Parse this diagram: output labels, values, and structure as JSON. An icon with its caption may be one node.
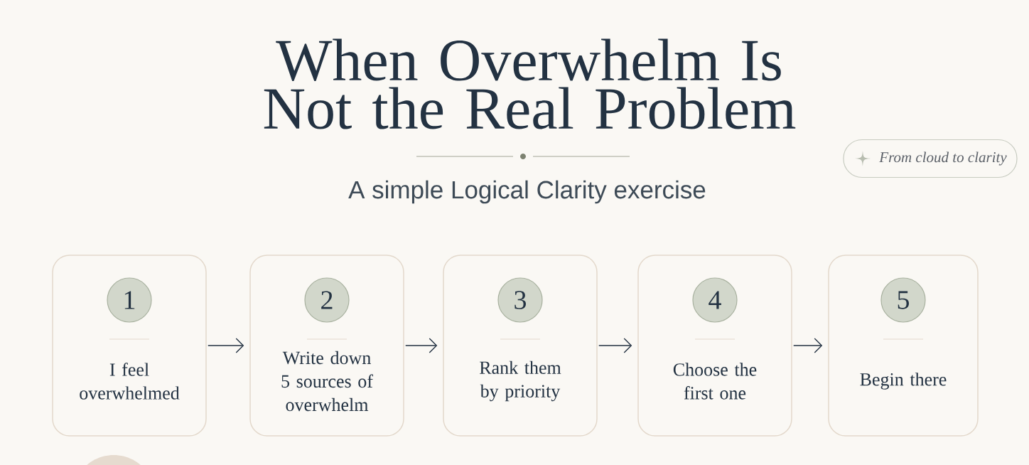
{
  "diagram": {
    "title": "When Overwhelm Is Not the Real Problem",
    "nodes": [
      {
        "text": [
          "From cloud to clarity"
        ]
      },
      {
        "text": [
          "I feel overwhelmed"
        ]
      },
      {
        "text": [
          "1"
        ],
        "in": 1
      },
      {
        "text": [
          "Write down 5 sources of overwhelm"
        ]
      },
      {
        "text": [
          "2"
        ],
        "in": 3
      },
      {
        "text": [
          "Rank them by priority"
        ]
      },
      {
        "text": [
          "3"
        ],
        "in": 5
      },
      {
        "text": [
          "Choose the first one"
        ]
      },
      {
        "text": [
          "4"
        ],
        "in": 7
      },
      {
        "text": [
          "Begin there"
        ]
      },
      {
        "text": [
          "5"
        ],
        "in": 9
      }
    ],
    "edges": [
      {
        "from": 1,
        "to": 3,
        "arrow": "to"
      },
      {
        "from": 3,
        "to": 5,
        "arrow": "to"
      },
      {
        "from": 5,
        "to": 7,
        "arrow": "to"
      },
      {
        "from": 7,
        "to": 9,
        "arrow": "to"
      }
    ],
    "labels": [
      "A simple Logical Clarity exercise"
    ]
  }
}
